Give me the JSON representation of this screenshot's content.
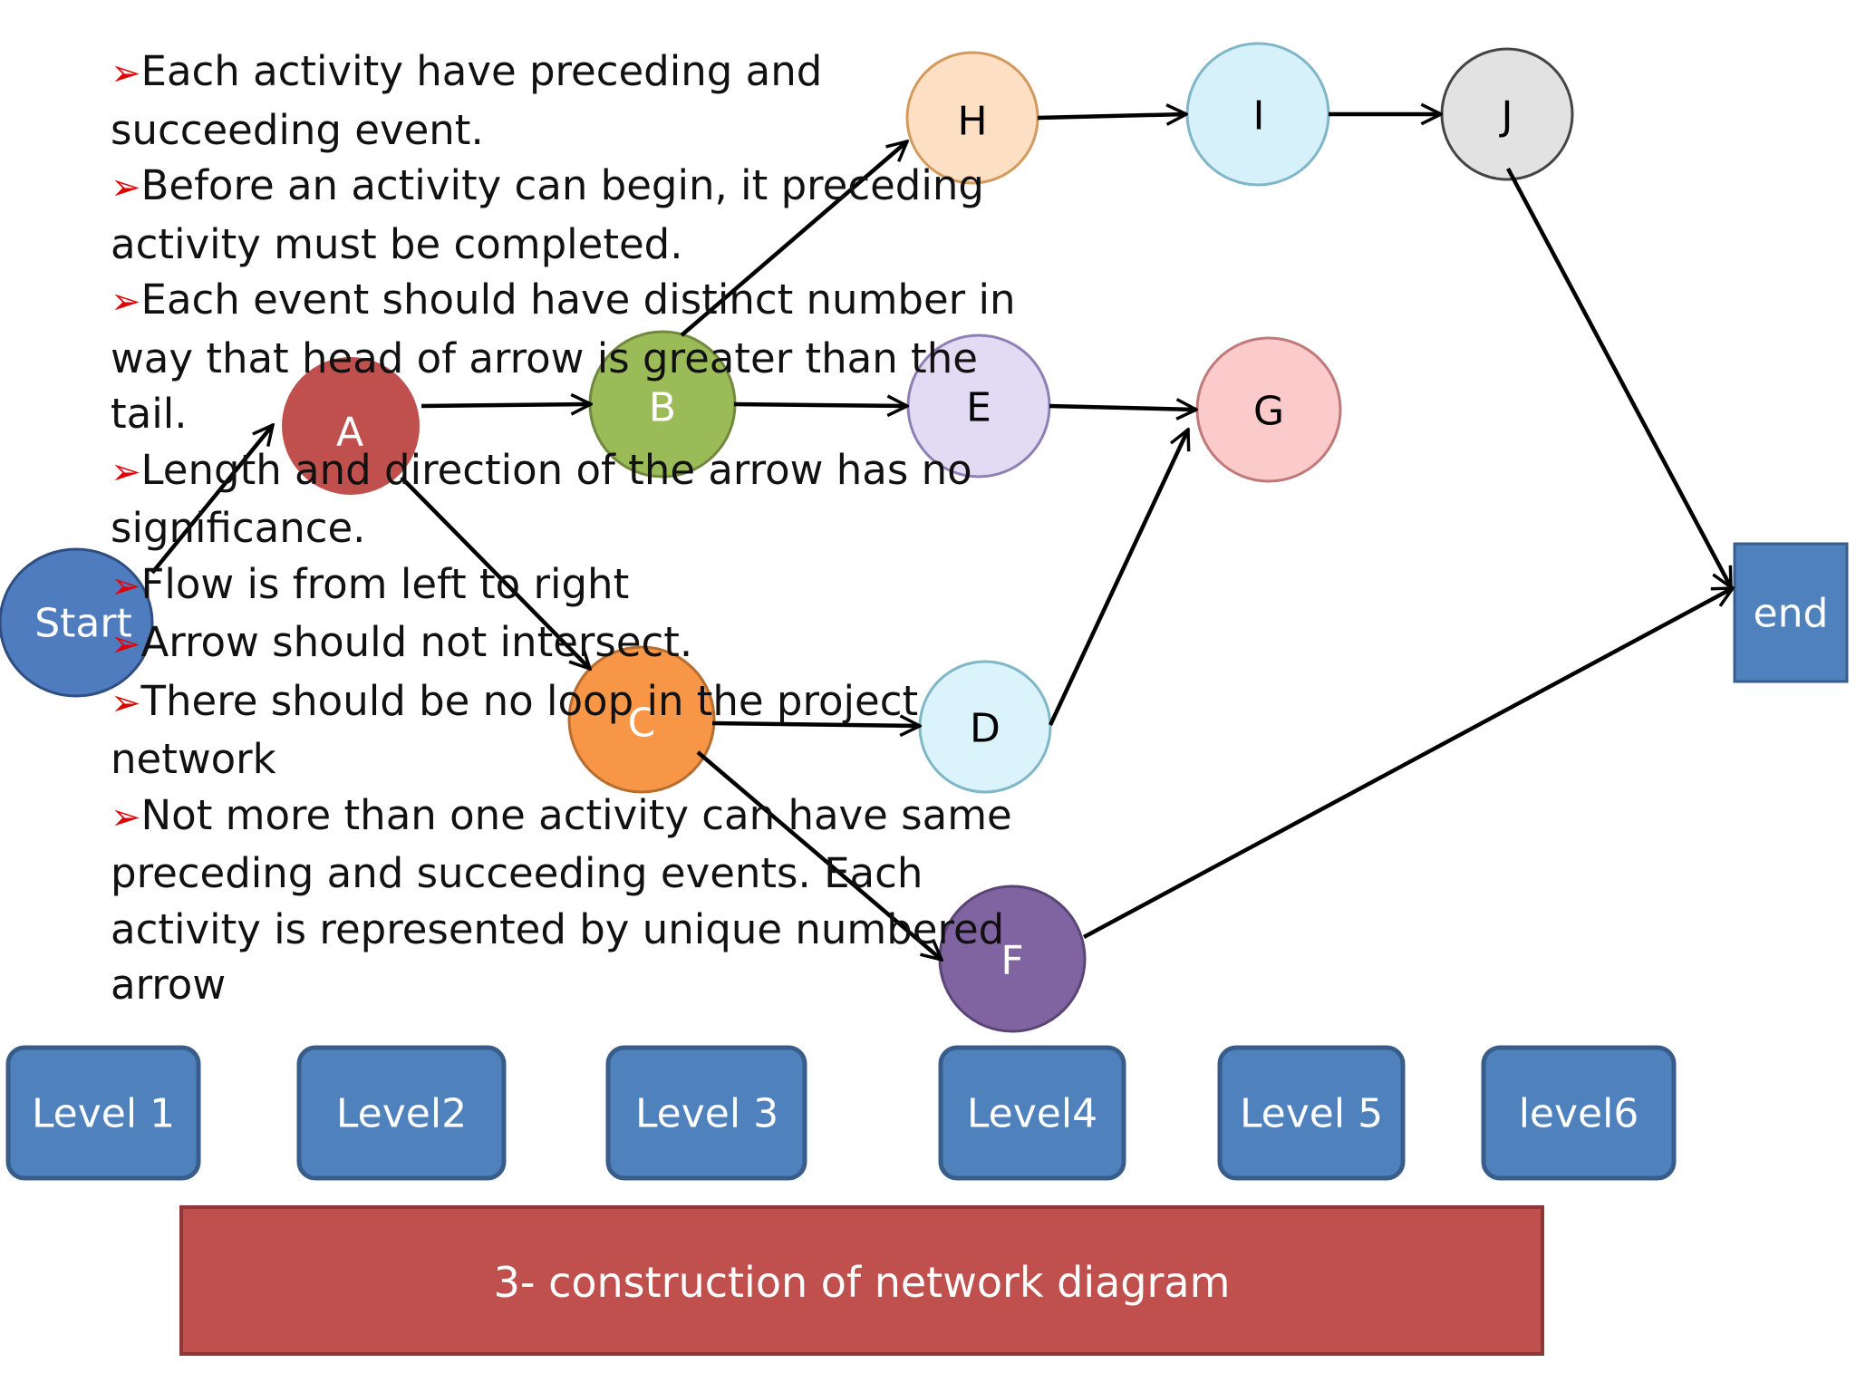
{
  "nodes": {
    "start": {
      "label": "Start",
      "fill": "#4f7bbf",
      "stroke": "#2f4f82"
    },
    "A": {
      "label": "A",
      "fill": "#c0504d",
      "stroke": "#ffffff"
    },
    "B": {
      "label": "B",
      "fill": "#9bbb59",
      "stroke": "#71893f"
    },
    "C": {
      "label": "C",
      "fill": "#f79646",
      "stroke": "#b66d2f"
    },
    "D": {
      "label": "D",
      "fill": "#dbf3fb",
      "stroke": "#7fb6c8"
    },
    "E": {
      "label": "E",
      "fill": "#e2dbf3",
      "stroke": "#8e80b4"
    },
    "F": {
      "label": "F",
      "fill": "#8064a2",
      "stroke": "#5a4576"
    },
    "G": {
      "label": "G",
      "fill": "#fbcaca",
      "stroke": "#c07a7a"
    },
    "H": {
      "label": "H",
      "fill": "#fde0c4",
      "stroke": "#d39a5e"
    },
    "I": {
      "label": "I",
      "fill": "#d6f1fa",
      "stroke": "#7fb6c8"
    },
    "J": {
      "label": "J",
      "fill": "#e2e2e2",
      "stroke": "#444444"
    },
    "end": {
      "label": "end",
      "fill": "#4f81bd",
      "stroke": "#385d8a"
    }
  },
  "rules": [
    {
      "bullet": "➢",
      "text": "Each activity have preceding and succeeding event."
    },
    {
      "bullet": "➢",
      "text": "Before an activity can begin, it preceding activity must be completed."
    },
    {
      "bullet": "➢",
      "text": "Each event should have distinct number in way that head of arrow is greater than the tail."
    },
    {
      "bullet": "➢",
      "text": "Length and direction of the arrow has no significance."
    },
    {
      "bullet": "➢",
      "text": "Flow is from left to right"
    },
    {
      "bullet": "➢",
      "text": "Arrow should not intersect."
    },
    {
      "bullet": "➢",
      "text": "There should be no loop in the project network"
    },
    {
      "bullet": "➢",
      "text": "Not more than one activity can have same preceding and succeeding events. Each activity is represented by unique numbered arrow"
    }
  ],
  "levels": [
    "Level 1",
    "Level2",
    "Level 3",
    "Level4",
    "Level 5",
    "level6"
  ],
  "banner": "3- construction of network diagram",
  "colors": {
    "level_fill": "#4f81bd",
    "level_stroke": "#385d8a",
    "banner_fill": "#c0504d",
    "banner_stroke": "#8c3836",
    "arrow": "#000000"
  }
}
